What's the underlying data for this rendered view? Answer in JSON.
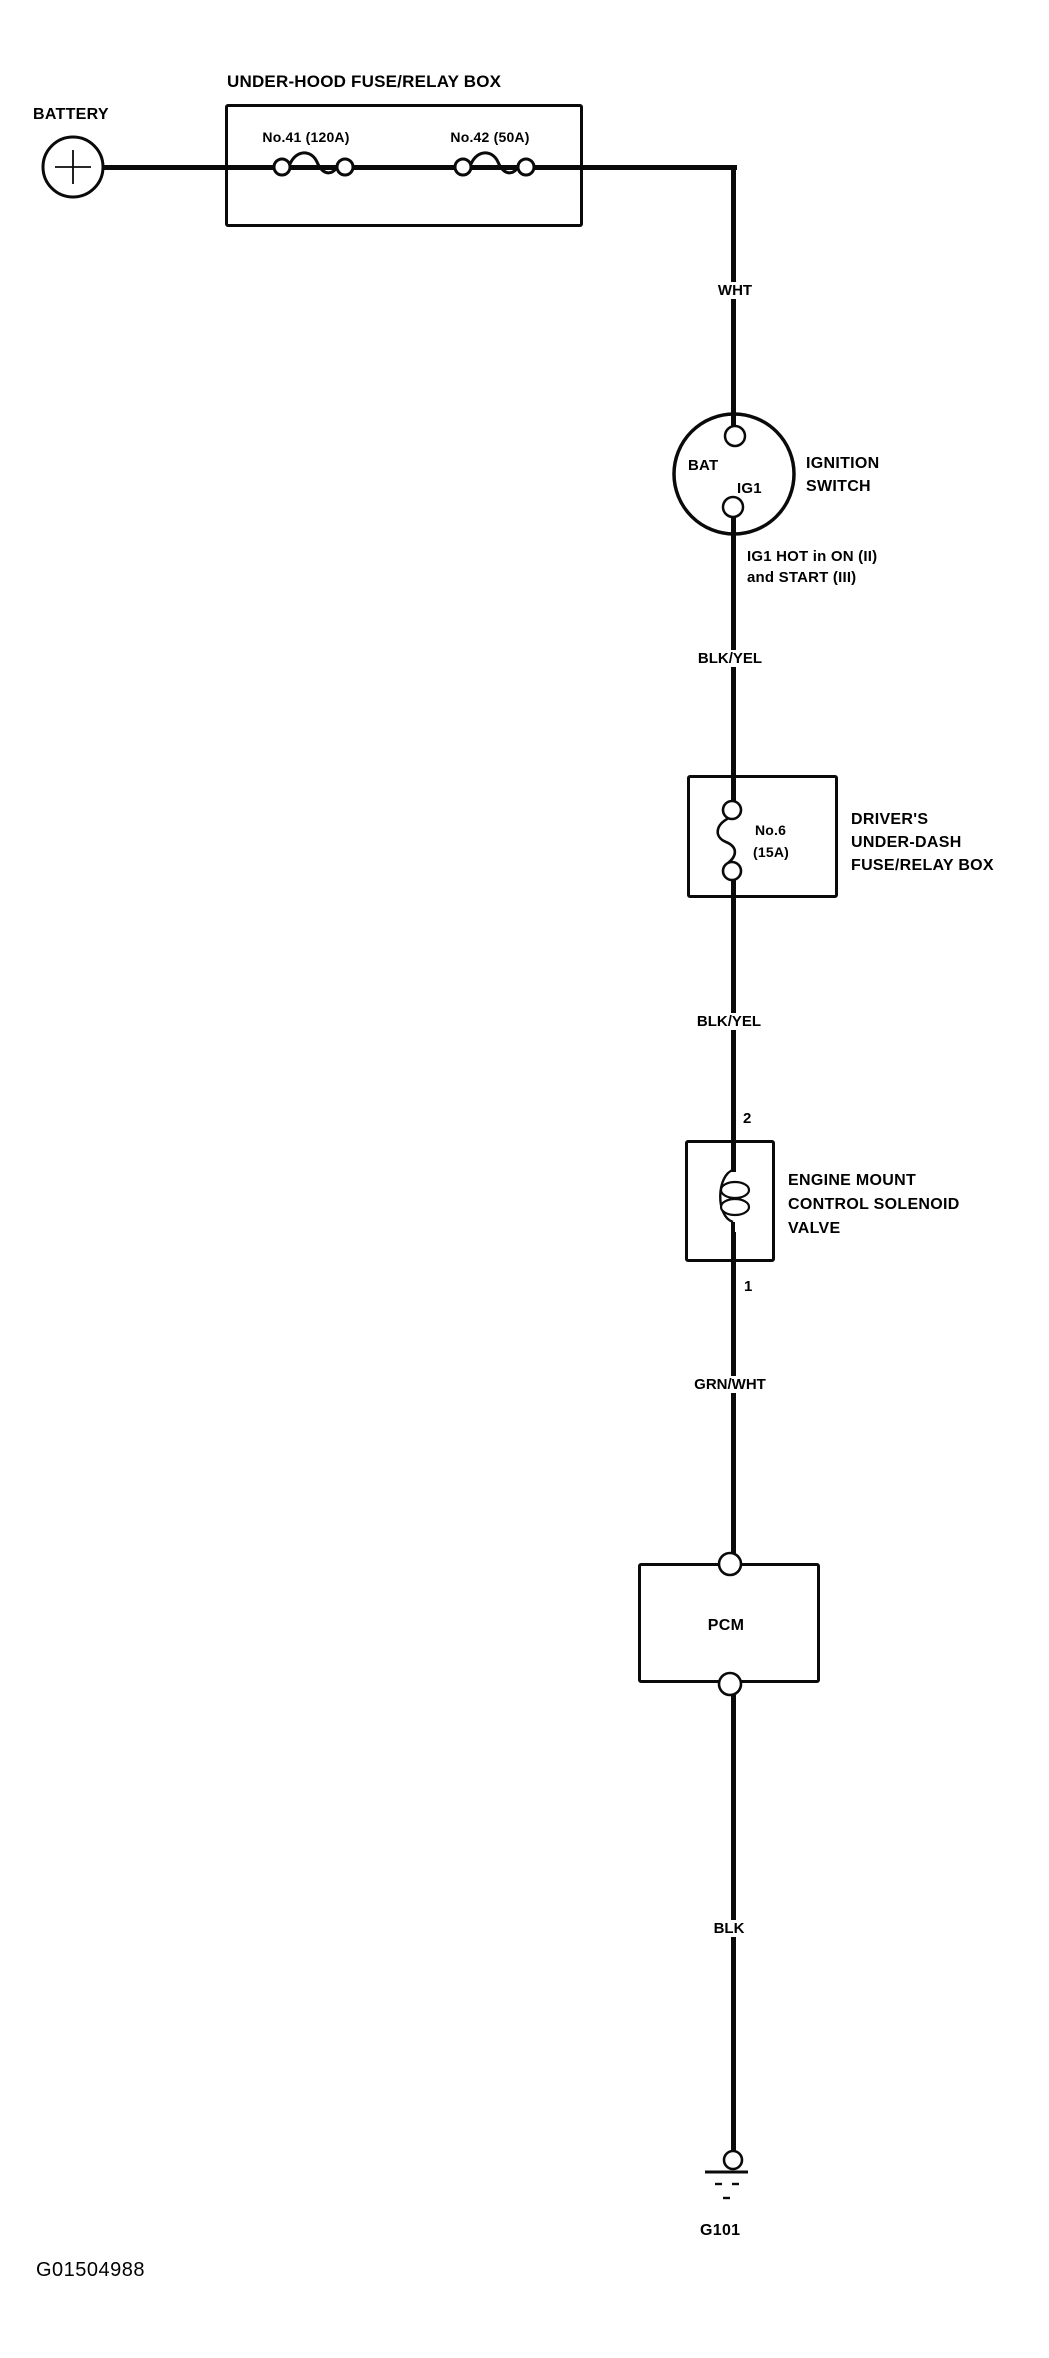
{
  "figure_id": "G01504988",
  "colors": {
    "ink": "#0a0a0a",
    "paper": "#ffffff"
  },
  "battery": {
    "label": "BATTERY"
  },
  "underhood_box": {
    "title": "UNDER-HOOD FUSE/RELAY BOX",
    "fuses": [
      {
        "label": "No.41 (120A)"
      },
      {
        "label": "No.42 (50A)"
      }
    ]
  },
  "wires": {
    "wht": "WHT",
    "blk_yel_1": "BLK/YEL",
    "blk_yel_2": "BLK/YEL",
    "grn_wht": "GRN/WHT",
    "blk": "BLK"
  },
  "ignition_switch": {
    "terminal_top": "BAT",
    "terminal_bottom": "IG1",
    "name_line1": "IGNITION",
    "name_line2": "SWITCH",
    "note_line1": "IG1 HOT in ON (II)",
    "note_line2": "and START (III)"
  },
  "underdash_box": {
    "fuse_name": "No.6",
    "fuse_rating": "(15A)",
    "name_line1": "DRIVER'S",
    "name_line2": "UNDER-DASH",
    "name_line3": "FUSE/RELAY BOX"
  },
  "solenoid_valve": {
    "pin_top": "2",
    "pin_bottom": "1",
    "name_line1": "ENGINE MOUNT",
    "name_line2": "CONTROL SOLENOID",
    "name_line3": "VALVE"
  },
  "pcm": {
    "label": "PCM"
  },
  "ground": {
    "label": "G101"
  }
}
